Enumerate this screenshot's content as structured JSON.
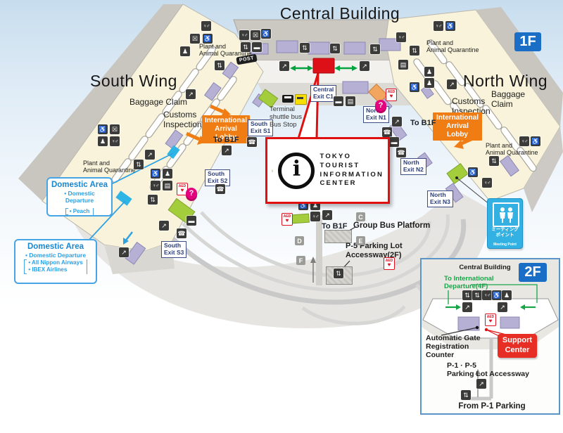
{
  "colors": {
    "accent_red": "#e01010",
    "orange": "#f07c14",
    "floor_badge_blue": "#1a6ec5",
    "domestic_blue": "#46a5e5",
    "green_arrow": "#00a33e",
    "meeting_blue": "#33b1e3",
    "info_pink": "#e5007e",
    "logo_waves": [
      "#f7a11a",
      "#f0d000",
      "#8dc21f",
      "#00b0d8",
      "#e53c63",
      "#6a4f9e"
    ]
  },
  "titles": {
    "central_building": "Central Building",
    "south_wing": "South Wing",
    "north_wing": "North Wing"
  },
  "badges": {
    "floor_main": "1F",
    "floor_inset": "2F"
  },
  "shared": {
    "to_b1f": "To B1F",
    "plant_quarantine": "Plant and\nAnimal Quarantine",
    "customs": "Customs\nInspection",
    "intl_arrival": "International\nArrival Lobby"
  },
  "south": {
    "baggage": "Baggage Claim",
    "exit_s1": "South\nExit S1",
    "exit_s2": "South\nExit S2",
    "exit_s3": "South\nExit S3"
  },
  "north": {
    "baggage": "Baggage\nClaim",
    "exit_n1": "North\nExit N1",
    "exit_n2": "North\nExit N2",
    "exit_n3": "North\nExit N3"
  },
  "central": {
    "exit_c1": "Central\nExit C1",
    "post": "POST",
    "shuttle": "Terminal\nshuttle bus\nBus Stop",
    "group_bus": "Group Bus Platform",
    "p5": "P-5 Parking Lot\nAccessway(2F)"
  },
  "bus_stops": {
    "c": "C",
    "d": "D",
    "e": "E",
    "f": "F"
  },
  "domestic_peach": {
    "title": "Domestic Area",
    "item": "• Domestic Departure",
    "subs": [
      "• Peach"
    ]
  },
  "domestic_ana": {
    "title": "Domestic Area",
    "item": "• Domestic Departure",
    "subs": [
      "• All Nippon Airways",
      "• IBEX Airlines"
    ]
  },
  "callout": {
    "lines": [
      "TOKYO",
      "TOURIST",
      "INFORMATION",
      "CENTER"
    ],
    "i": "i"
  },
  "meeting": {
    "jp": "ミーティング\nポイント",
    "en": "Meeting Point"
  },
  "inset": {
    "building": "Central Building",
    "to_intl": "To International\nDeparture(4F)",
    "auto_gate": "Automatic Gate\nRegistration\nCounter",
    "support": "Support\nCenter",
    "parking": "P-1 · P-5\nParking Lot Accessway",
    "from_p1": "From P-1 Parking"
  },
  "icons": {
    "restroom": "♀♂",
    "wheelchair": "♿",
    "elevator": "⇅",
    "escalator": "↗",
    "smoking": "▬",
    "person": "♟",
    "baggage": "☒",
    "door": "▤",
    "phone": "☎",
    "question": "?",
    "aed_label": "AED",
    "heart": "♥"
  }
}
